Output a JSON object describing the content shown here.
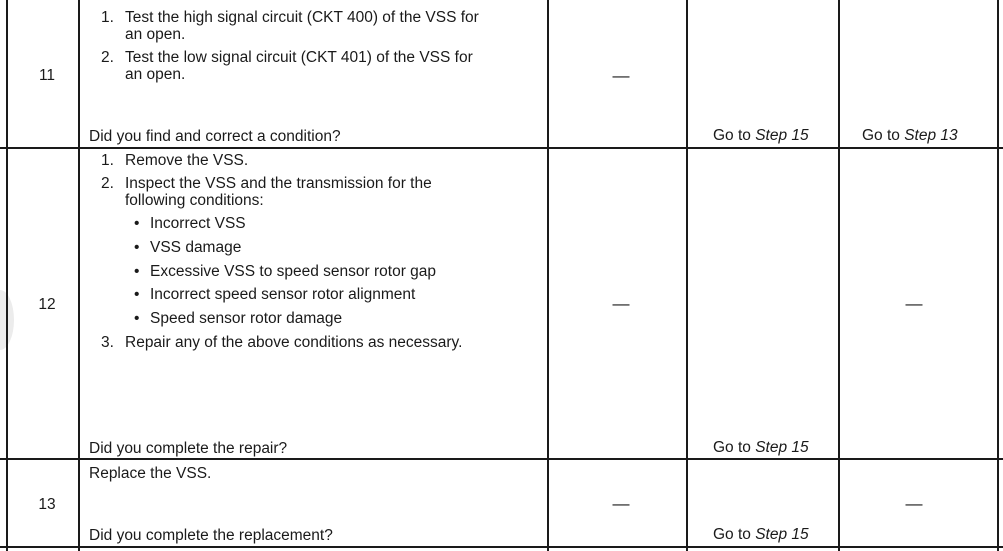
{
  "steps": [
    {
      "number": "11",
      "actions": [
        {
          "num": "1.",
          "lines": [
            "Test the high signal circuit (CKT 400) of the VSS for",
            "an open."
          ]
        },
        {
          "num": "2.",
          "lines": [
            "Test the low signal circuit (CKT 401) of the VSS for",
            "an open."
          ]
        }
      ],
      "question": "Did you find and correct a condition?",
      "value": "—",
      "yes": {
        "prefix": "Go to ",
        "step": "Step 15"
      },
      "no": {
        "prefix": "Go to ",
        "step": "Step 13"
      }
    },
    {
      "number": "12",
      "actions": [
        {
          "num": "1.",
          "text": "Remove the VSS."
        },
        {
          "num": "2.",
          "lines": [
            "Inspect the VSS and the transmission for the",
            "following conditions:"
          ]
        },
        {
          "num": "3.",
          "text": "Repair any of the above conditions as necessary."
        }
      ],
      "bullets": [
        "Incorrect VSS",
        "VSS damage",
        "Excessive VSS to speed sensor rotor gap",
        "Incorrect speed sensor rotor alignment",
        "Speed sensor rotor damage"
      ],
      "question": "Did you complete the repair?",
      "value": "—",
      "yes": {
        "prefix": "Go to ",
        "step": "Step 15"
      },
      "no": "—"
    },
    {
      "number": "13",
      "action": "Replace the VSS.",
      "question": "Did you complete the replacement?",
      "value": "—",
      "yes": {
        "prefix": "Go to ",
        "step": "Step 15"
      },
      "no": "—"
    }
  ]
}
